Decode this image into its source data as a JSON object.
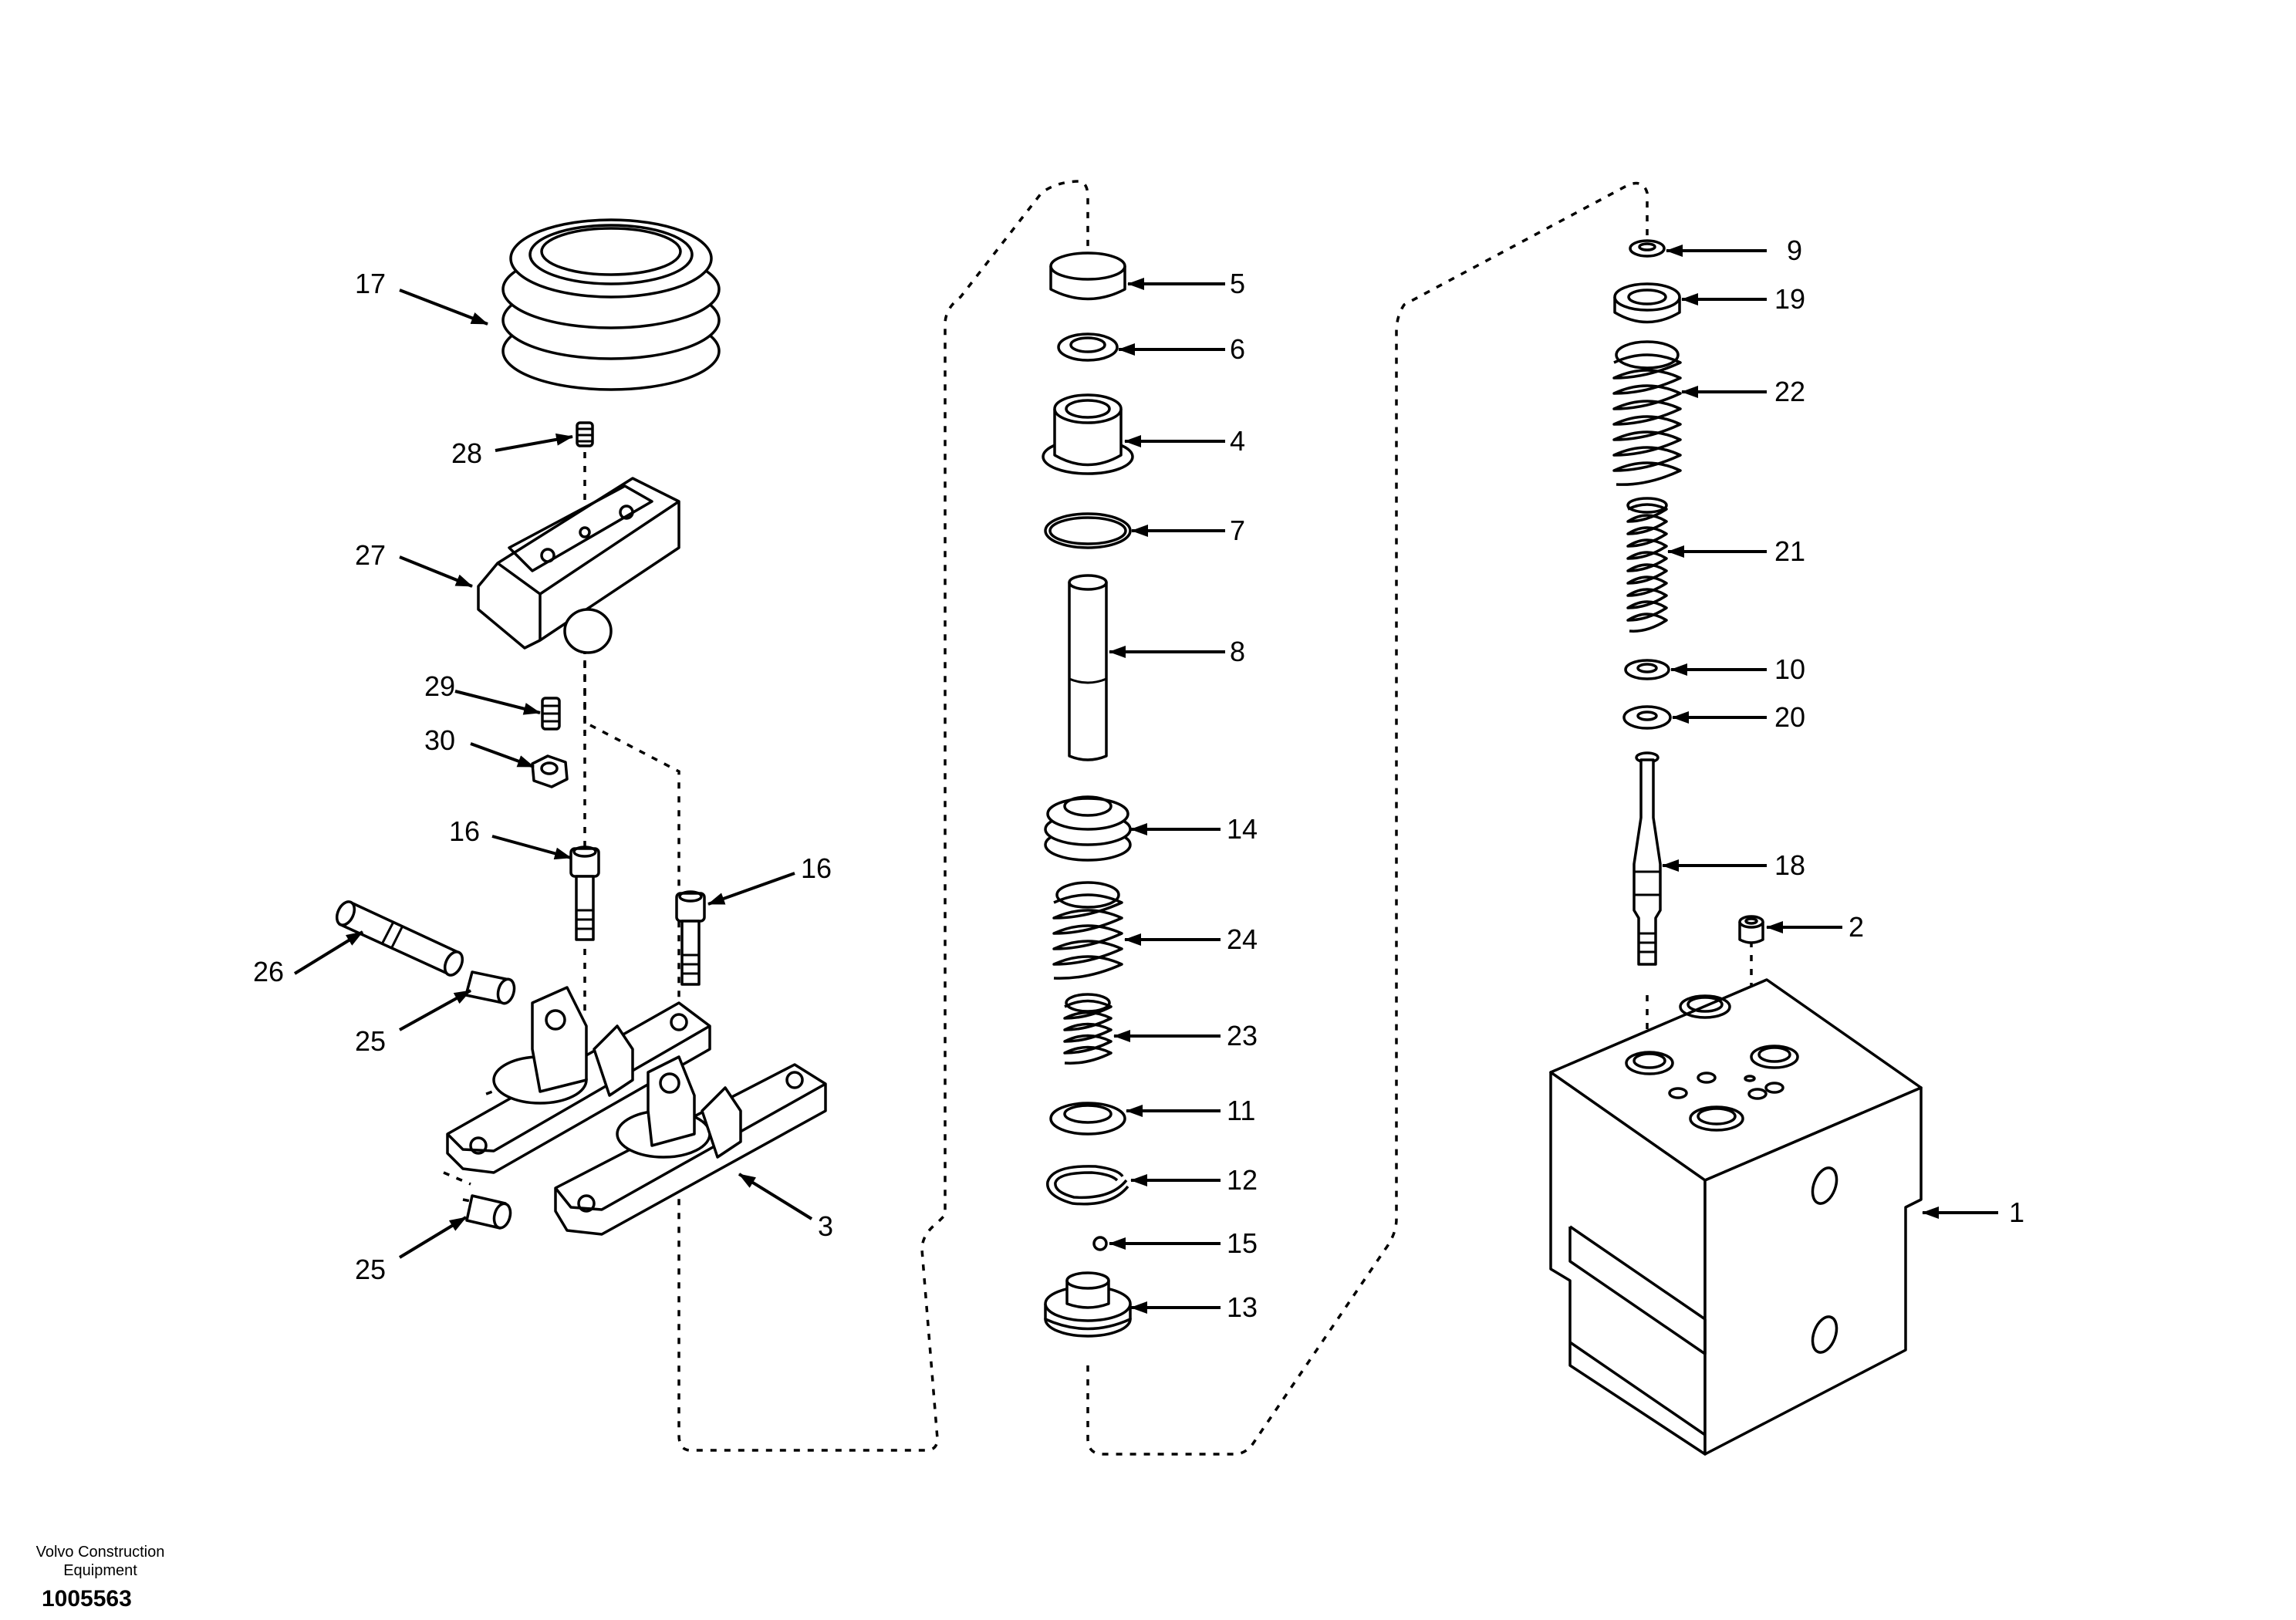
{
  "caption": {
    "company_line1": "Volvo Construction",
    "company_line2": "Equipment",
    "document_number": "1005563"
  },
  "callouts": {
    "p1": "1",
    "p2": "2",
    "p3": "3",
    "p4": "4",
    "p5": "5",
    "p6": "6",
    "p7": "7",
    "p8": "8",
    "p9": "9",
    "p10": "10",
    "p11": "11",
    "p12": "12",
    "p13": "13",
    "p14": "14",
    "p15": "15",
    "p16a": "16",
    "p16b": "16",
    "p17": "17",
    "p18": "18",
    "p19": "19",
    "p20": "20",
    "p21": "21",
    "p22": "22",
    "p23": "23",
    "p24": "24",
    "p25a": "25",
    "p25b": "25",
    "p26": "26",
    "p27": "27",
    "p28": "28",
    "p29": "29",
    "p30": "30"
  }
}
